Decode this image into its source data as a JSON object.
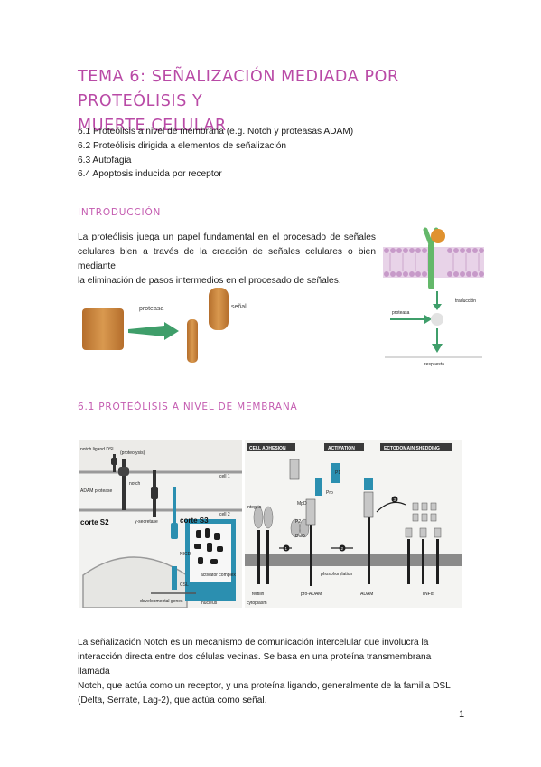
{
  "title": {
    "line1": "TEMA 6: SEÑALIZACIÓN MEDIADA POR PROTEÓLISIS Y",
    "line2": "MUERTE CELULAR"
  },
  "toc": [
    "6.1 Proteólisis a nivel de membrana (e.g. Notch y proteasas ADAM)",
    "6.2 Proteólisis dirigida a elementos de señalización",
    "6.3 Autofagia",
    "6.4 Apoptosis inducida por receptor"
  ],
  "sections": {
    "intro_heading": "INTRODUCCIÓN",
    "membrane_heading": "6.1 PROTEÓLISIS A NIVEL DE MEMBRANA"
  },
  "intro_text": {
    "line1": "La proteólisis juega un papel fundamental en el procesado de señales",
    "line2": "celulares bien a través de la creación de señales celulares o bien mediante",
    "line3": "la eliminación de pasos intermedios en el procesado de señales."
  },
  "figure1": {
    "label_protease": "proteasa",
    "label_signal": "señal"
  },
  "figure2": {
    "label_protease": "proteasa",
    "label_transduction": "traducción",
    "label_response": "respuesta"
  },
  "figure3": {
    "notch_ligand": "notch ligand DSL",
    "proteolysis": "(proteolysis)",
    "notch": "notch",
    "adam_protease": "ADAM protease",
    "gamma_secretase": "γ-secretase",
    "corte_s2": "corte S2",
    "corte_s3": "corte S3",
    "cell1": "cell 1",
    "cell2": "cell 2",
    "nicd": "NICD",
    "csl": "CSL",
    "developmental_genes": "developmental genes",
    "nucleus": "nucleus",
    "activator_complex": "activator complex"
  },
  "figure4": {
    "cell_adhesion": "CELL ADHESION",
    "activation": "ACTIVATION",
    "ectodomain_shedding": "ECTODOMAIN SHEDDING",
    "integrin": "integrin",
    "mpd": "MpD",
    "pro": "Pro",
    "p1": "P1",
    "p2": "P2",
    "disd": "DisD",
    "phosphorylation": "phosphorylation",
    "fertilin": "fertilin",
    "cytoplasm": "cytoplasm",
    "pro_adam": "pro-ADAM",
    "adam": "ADAM",
    "tnfa": "TNFα",
    "num1": "1",
    "num2": "2",
    "num3": "3"
  },
  "notch_text": {
    "line1": "La señalización Notch es un mecanismo de comunicación intercelular que involucra la",
    "line2": "interacción directa entre dos células vecinas. Se basa en una proteína transmembrana llamada",
    "line3": "Notch, que actúa como un receptor, y una proteína ligando, generalmente de la familia DSL",
    "line4": "(Delta, Serrate, Lag-2), que actúa como señal."
  },
  "page_number": "1",
  "colors": {
    "title": "#b94aa6",
    "heading": "#c45bb0",
    "membrane": "#c79ac9",
    "receptor": "#64b86a",
    "ligand": "#e0922f",
    "block": "#c98238",
    "arrow": "#3f9e6a"
  }
}
